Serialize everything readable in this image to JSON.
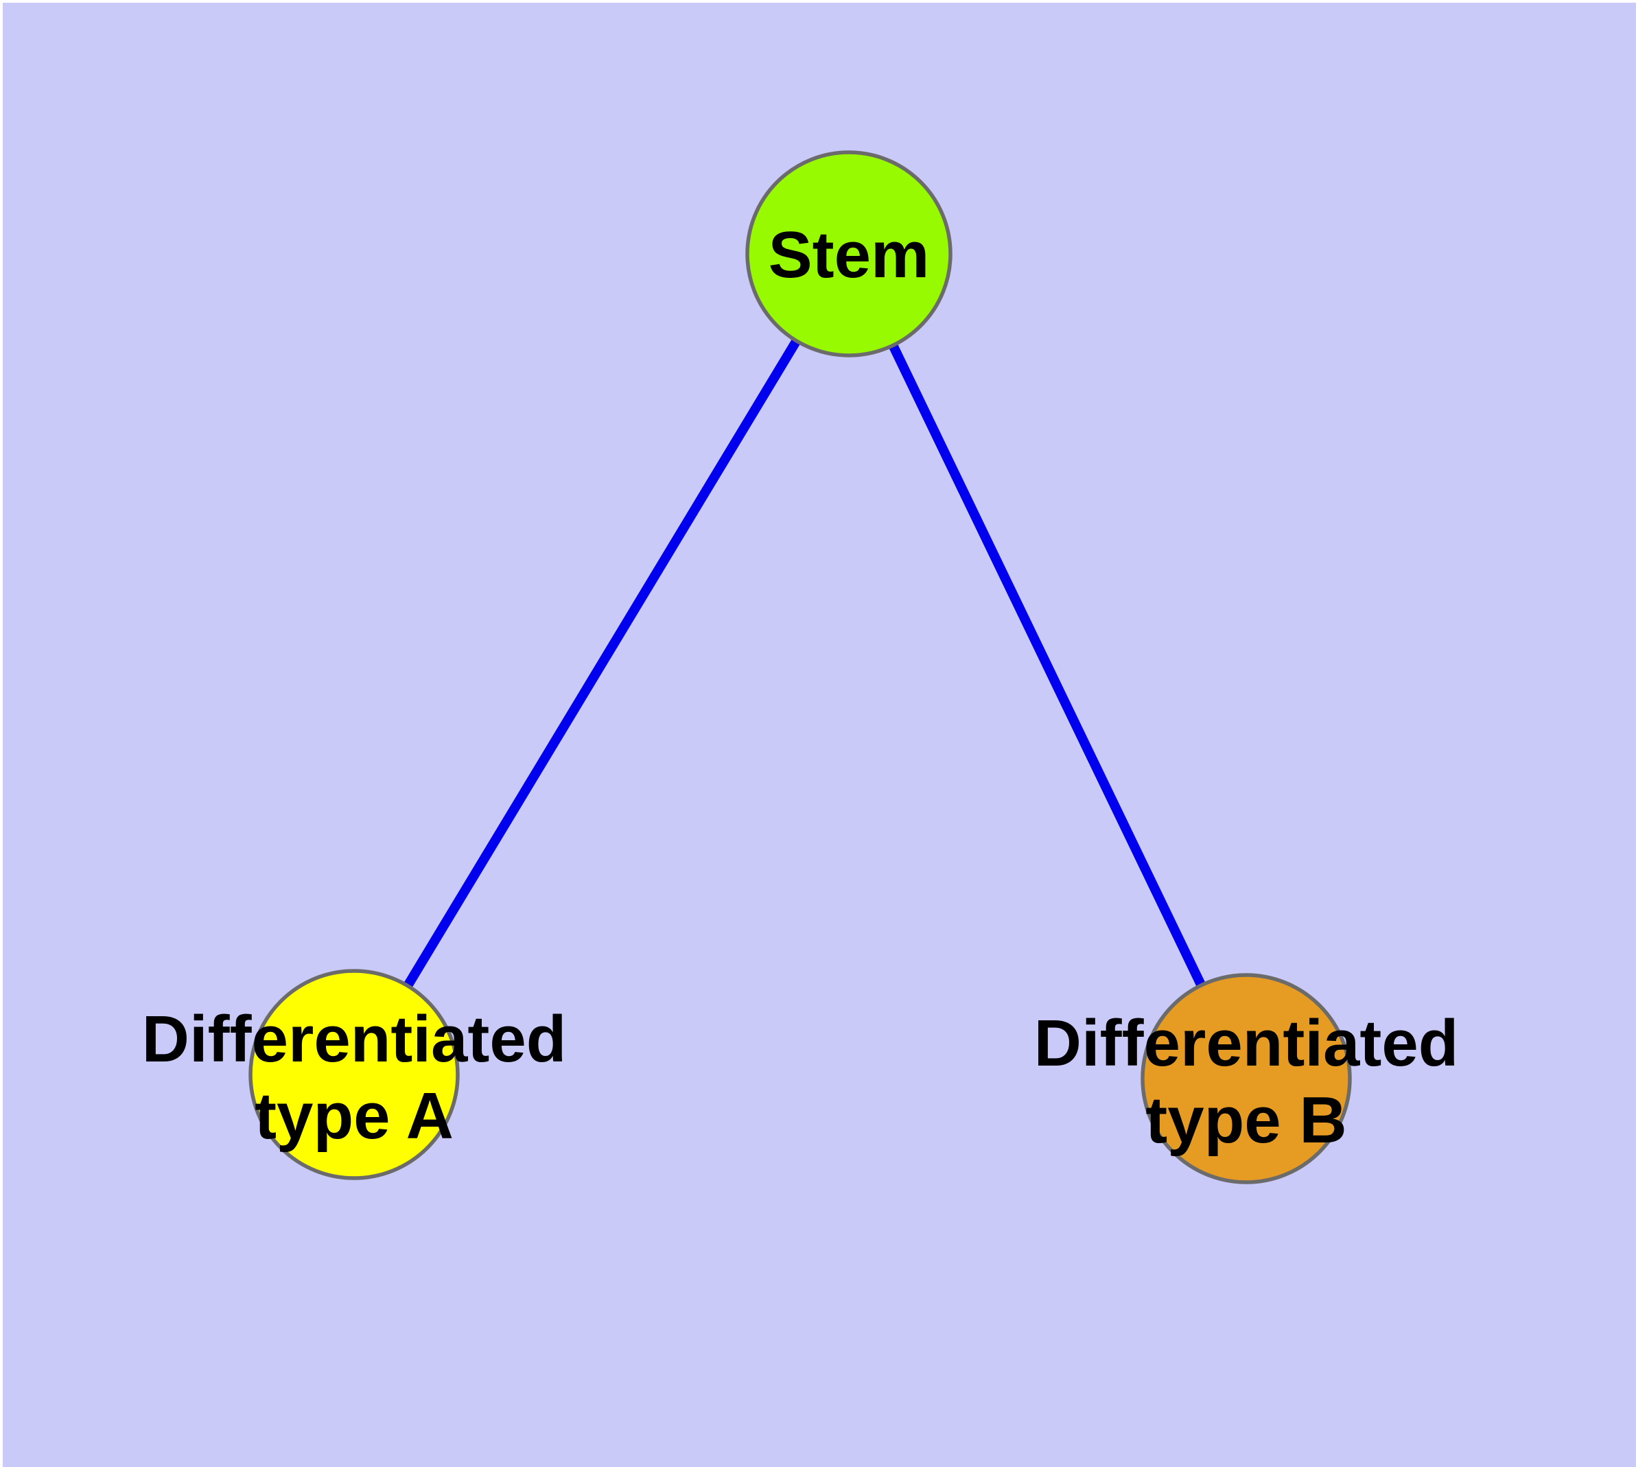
{
  "diagram": {
    "title": "",
    "type": "graph",
    "style": {
      "background": "#CACAF8",
      "page_margin": "#FFFFFF",
      "edge_color": "#0000EE",
      "node_border": "#6B6B6B",
      "label_color": "#000000"
    },
    "nodes": {
      "stem": {
        "id": "stem",
        "label": "Stem",
        "fill": "#97FA00"
      },
      "type_a": {
        "id": "type_a",
        "label": "Differentiated type A",
        "line1": "Differentiated",
        "line2": "type A",
        "fill": "#FFFF00"
      },
      "type_b": {
        "id": "type_b",
        "label": "Differentiated type B",
        "line1": "Differentiated",
        "line2": "type B",
        "fill": "#E69B23"
      }
    },
    "edges": [
      {
        "from": "Stem",
        "to": "Differentiated type A"
      },
      {
        "from": "Stem",
        "to": "Differentiated type B"
      }
    ]
  }
}
